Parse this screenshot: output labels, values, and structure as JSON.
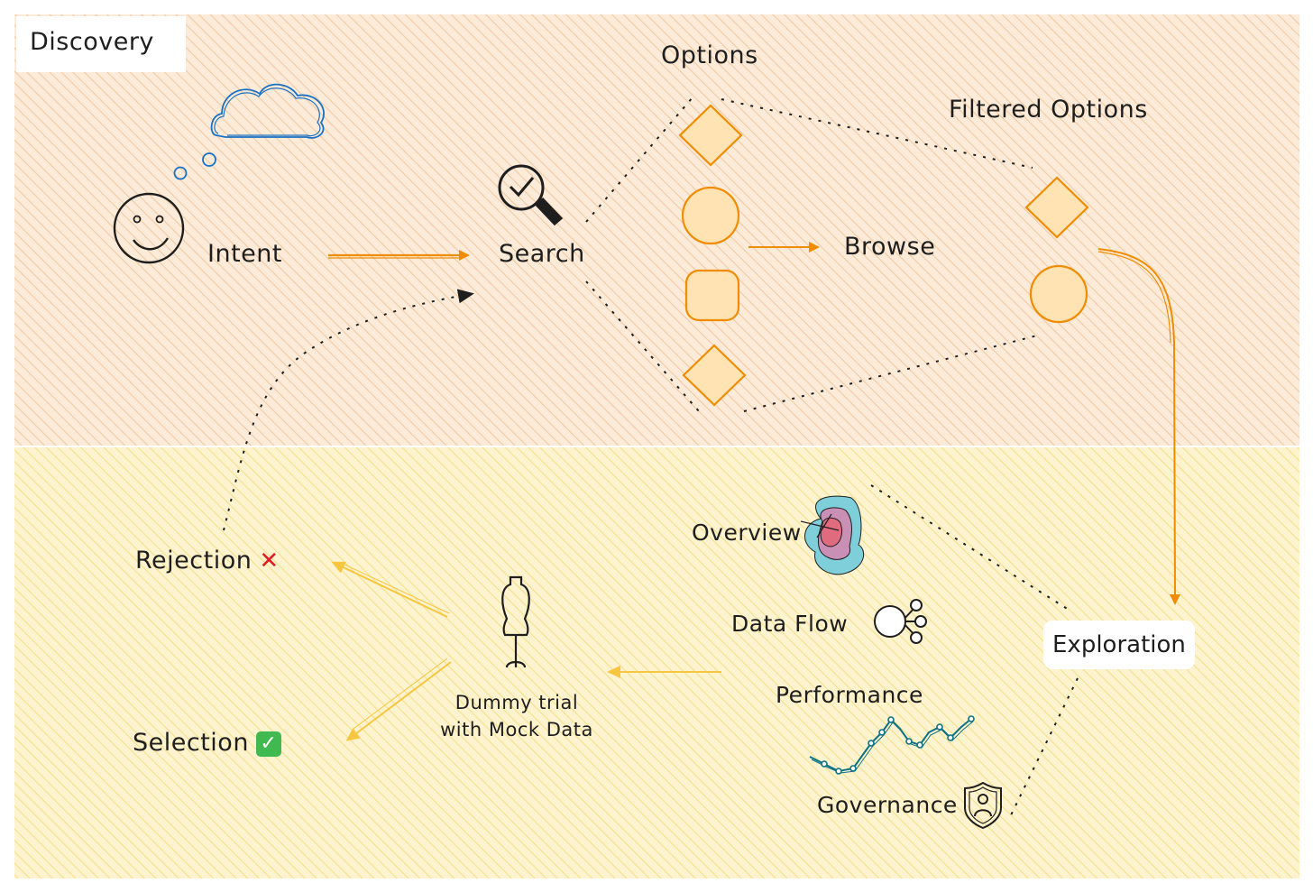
{
  "zones": {
    "discovery": {
      "title": "Discovery",
      "fill": "#fbe6cf",
      "hatch": "#f0b98a"
    },
    "exploration": {
      "title": "Exploration",
      "fill": "#fcf1c4",
      "hatch": "#f2d36a"
    }
  },
  "nodes": {
    "intent": "Intent",
    "search": "Search",
    "options": "Options",
    "filtered_options": "Filtered Options",
    "browse": "Browse",
    "overview": "Overview",
    "data_flow": "Data Flow",
    "performance": "Performance",
    "governance": "Governance",
    "dummy_trial": {
      "line1": "Dummy trial",
      "line2": "with Mock Data"
    },
    "rejection": "Rejection",
    "selection": "Selection"
  },
  "marks": {
    "rejection": "✕",
    "selection": "✓"
  },
  "colors": {
    "orange": "#f08c00",
    "yellow": "#f6c640",
    "blue": "#1971c2",
    "ink": "#1e1e1e",
    "shape_fill": "#ffe3b3",
    "teal": "#3fb3c7",
    "pink": "#d46a8c",
    "chart_line": "#0b7285"
  },
  "icons": [
    "cloud-icon",
    "smiley-icon",
    "magnifier-check-icon",
    "radar-chart-icon",
    "data-flow-icon",
    "line-chart-icon",
    "shield-person-icon",
    "mannequin-icon"
  ]
}
